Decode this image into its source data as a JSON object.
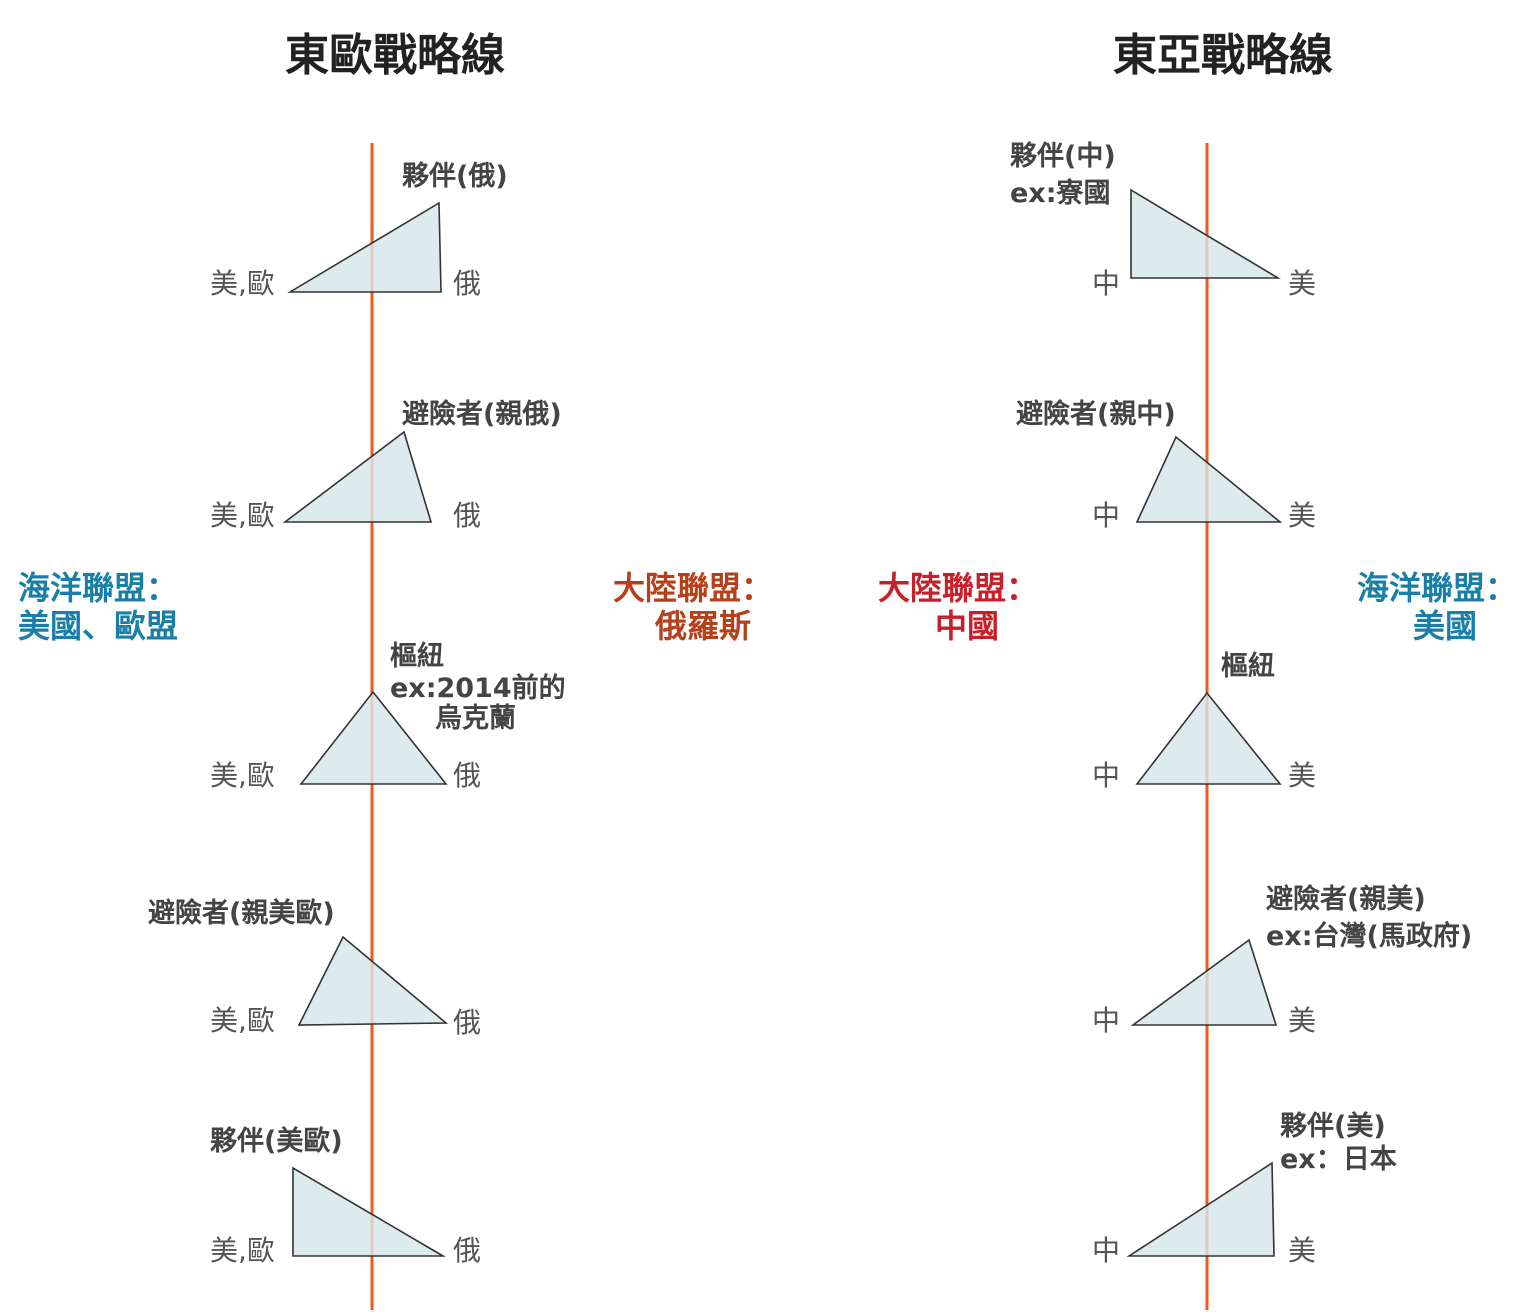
{
  "colors": {
    "axis": "#f05a1e",
    "sea": "#1a7fa8",
    "land_left": "#b5401a",
    "land_right": "#c8202a"
  },
  "left": {
    "title": "東歐戰略線",
    "sea_line1": "海洋聯盟：",
    "sea_line2": "美國、歐盟",
    "land_line1": "大陸聯盟：",
    "land_line2": "俄羅斯",
    "end_a": "美,歐",
    "end_b": "俄",
    "items": [
      {
        "label": "夥伴(俄)"
      },
      {
        "label": "避險者(親俄)"
      },
      {
        "label": "樞紐",
        "label2": "ex:2014前的",
        "label3": "烏克蘭"
      },
      {
        "label": "避險者(親美歐)"
      },
      {
        "label": "夥伴(美歐)"
      }
    ]
  },
  "right": {
    "title": "東亞戰略線",
    "land_line1": "大陸聯盟：",
    "land_line2": "中國",
    "sea_line1": "海洋聯盟：",
    "sea_line2": "美國",
    "end_a": "中",
    "end_b": "美",
    "items": [
      {
        "label": "夥伴(中)",
        "label2": "ex:寮國"
      },
      {
        "label": "避險者(親中)"
      },
      {
        "label": "樞紐"
      },
      {
        "label": "避險者(親美)",
        "label2": "ex:台灣(馬政府)"
      },
      {
        "label": "夥伴(美)",
        "label2": "ex：日本"
      }
    ]
  }
}
